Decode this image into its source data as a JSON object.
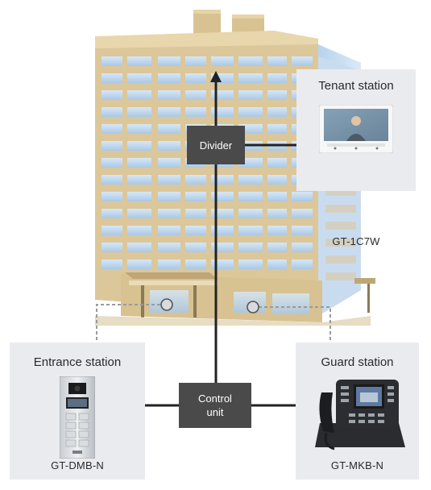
{
  "tenant": {
    "title": "Tenant station",
    "model": "GT-1C7W"
  },
  "divider": {
    "label": "Divider"
  },
  "control": {
    "line1": "Control",
    "line2": "unit"
  },
  "entrance": {
    "title": "Entrance station",
    "model": "GT-DMB-N"
  },
  "guard": {
    "title": "Guard station",
    "model": "GT-MKB-N"
  },
  "colors": {
    "panel": "#e9ebef",
    "box": "#4a4a4a",
    "line": "#222222",
    "dashed": "#9a9a9a",
    "building_wall": "#dcc79a",
    "window": "#bcd6ee"
  }
}
